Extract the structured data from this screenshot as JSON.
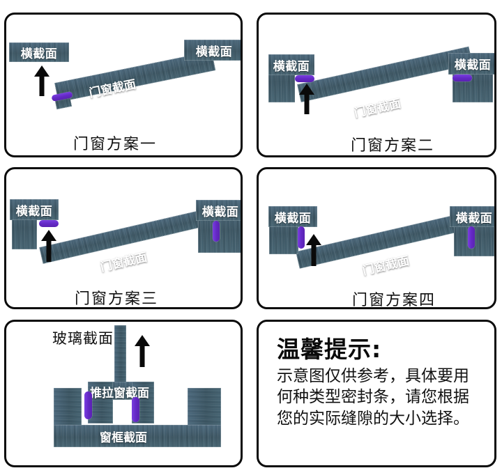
{
  "sheet": {
    "material_color": "#3d5b6b",
    "seal_color": "#6429c6",
    "border_color": "#0a0a0a",
    "background": "#ffffff"
  },
  "labels": {
    "cross_section": "横截面",
    "door_window_section": "门窗截面",
    "glass_section": "玻璃截面",
    "sliding_window_section": "推拉窗截面",
    "window_frame_section": "窗框截面"
  },
  "panels": [
    {
      "id": "plan-one",
      "caption": "门窗方案一",
      "left_label": "横截面",
      "right_label": "横截面",
      "bar_label": "门窗截面",
      "left_seal_orientation": "horizontal",
      "right_seal_orientation": "none"
    },
    {
      "id": "plan-two",
      "caption": "门窗方案二",
      "left_label": "横截面",
      "right_label": "横截面",
      "bar_label": "门窗截面",
      "left_seal_orientation": "horizontal",
      "right_seal_orientation": "horizontal"
    },
    {
      "id": "plan-three",
      "caption": "门窗方案三",
      "left_label": "横截面",
      "right_label": "横截面",
      "bar_label": "门窗截面",
      "left_seal_orientation": "horizontal",
      "right_seal_orientation": "vertical"
    },
    {
      "id": "plan-four",
      "caption": "门窗方案四",
      "left_label": "横截面",
      "right_label": "横截面",
      "bar_label": "门窗截面",
      "left_seal_orientation": "vertical",
      "right_seal_orientation": "vertical"
    },
    {
      "id": "sliding-window",
      "caption": "",
      "glass_label": "玻璃截面",
      "sash_label": "推拉窗截面",
      "frame_label": "窗框截面",
      "seal_count": 2,
      "seal_orientation": "vertical"
    }
  ],
  "tip": {
    "title": "温馨提示:",
    "line1": "示意图仅供参考，具体要用",
    "line2": "何种类型密封条，请您根据",
    "line3": "您的实际缝隙的大小选择。"
  }
}
